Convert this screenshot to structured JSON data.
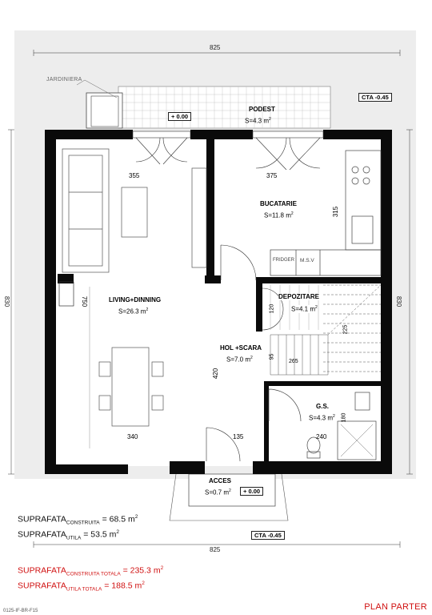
{
  "plan": {
    "overall_width": "825",
    "overall_depth_left": "830",
    "overall_depth_right": "830",
    "planter_label": "JARDINIERA",
    "elevations": {
      "landing": "+ 0.00",
      "entrance": "+ 0.00",
      "ground_top": "CTA -0.45",
      "ground_bottom": "CTA -0.45"
    },
    "rooms": {
      "landing": {
        "name": "PODEST",
        "area": "S=4.3 m",
        "sup": "2"
      },
      "living": {
        "name": "LIVING+DINNING",
        "area": "S=26.3 m",
        "sup": "2"
      },
      "kitchen": {
        "name": "BUCATARIE",
        "area": "S=11.8 m",
        "sup": "2"
      },
      "storage": {
        "name": "DEPOZITARE",
        "area": "S=4.1 m",
        "sup": "2"
      },
      "hall": {
        "name": "HOL +SCARA",
        "area": "S=7.0 m",
        "sup": "2"
      },
      "bath": {
        "name": "G.S.",
        "area": "S=4.3 m",
        "sup": "2"
      },
      "entrance": {
        "name": "ACCES",
        "area": "S=0.7 m",
        "sup": "2"
      }
    },
    "dimensions": {
      "living_width_top": "355",
      "kitchen_width": "375",
      "kitchen_depth": "315",
      "living_depth": "750",
      "living_width_bottom": "340",
      "hall_depth": "420",
      "hall_width": "135",
      "storage_depth": "120",
      "stair_width": "225",
      "stair_step": "95",
      "hall_stair": "265",
      "bath_width": "240",
      "bath_depth": "180"
    },
    "appliances": {
      "fridge": "FRIDGER",
      "dishwasher": "M.S.V"
    }
  },
  "areas": {
    "built": {
      "label": "SUPRAFATA",
      "sub": "CONSTRUITA",
      "value": " = 68.5 m",
      "sup": "2"
    },
    "usable": {
      "label": "SUPRAFATA",
      "sub": "UTILA",
      "value": " = 53.5 m",
      "sup": "2"
    },
    "built_total": {
      "label": "SUPRAFATA",
      "sub": "CONSTRUITA TOTALA",
      "value": " = 235.3 m",
      "sup": "2"
    },
    "usable_total": {
      "label": "SUPRAFATA",
      "sub": "UTILA TOTALA",
      "value": " = 188.5 m",
      "sup": "2"
    }
  },
  "sheet_title": "PLAN PARTER",
  "drawing_code": "0125-IF-BR-F15",
  "colors": {
    "wall": "#0a0a0a",
    "terrace": "#ededed",
    "line": "#333333",
    "accent_red": "#d01010"
  }
}
